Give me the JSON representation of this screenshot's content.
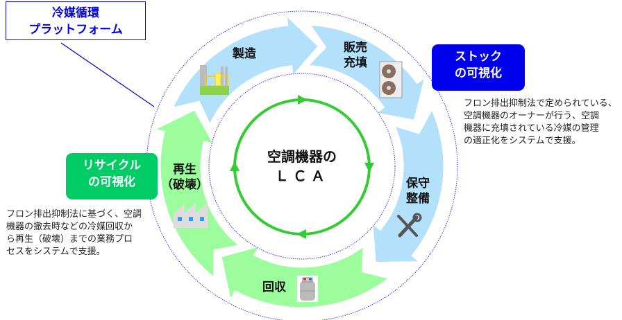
{
  "platform_box": {
    "line1": "冷媒循環",
    "line2": "プラットフォーム"
  },
  "stock_badge": {
    "line1": "ストック",
    "line2": "の可視化",
    "color": "#0000ee"
  },
  "stock_desc": [
    "フロン排出抑制法で定められている、",
    "空調機器のオーナーが行う、空調",
    "機器に充填されている冷媒の管理",
    "の適正化をシステムで支援。"
  ],
  "recycle_badge": {
    "line1": "リサイクル",
    "line2": "の可視化",
    "color": "#00cc66"
  },
  "recycle_desc": [
    "フロン排出抑制法に基づく、空調",
    "機器の撤去時などの冷媒回収か",
    "ら再生（破壊）までの業務プロ",
    "セスをシステムで支援。"
  ],
  "center": {
    "line1": "空調機器の",
    "line2": "ＬＣＡ"
  },
  "stages": {
    "manufacture": "製造",
    "sales_line1": "販売",
    "sales_line2": "充填",
    "maintenance_line1": "保守",
    "maintenance_line2": "整備",
    "recovery": "回収",
    "regen_line1": "再生",
    "regen_line2": "（破壊）"
  },
  "colors": {
    "blue_arrow": "#b3e0fb",
    "green_arrow": "#9cfd9c",
    "cycle": "#33cc33",
    "dotted": "#3333ff"
  },
  "icons": [
    "factory-icon",
    "ac-unit-icon",
    "tools-icon",
    "gas-cylinder-icon",
    "recycling-plant-icon"
  ]
}
